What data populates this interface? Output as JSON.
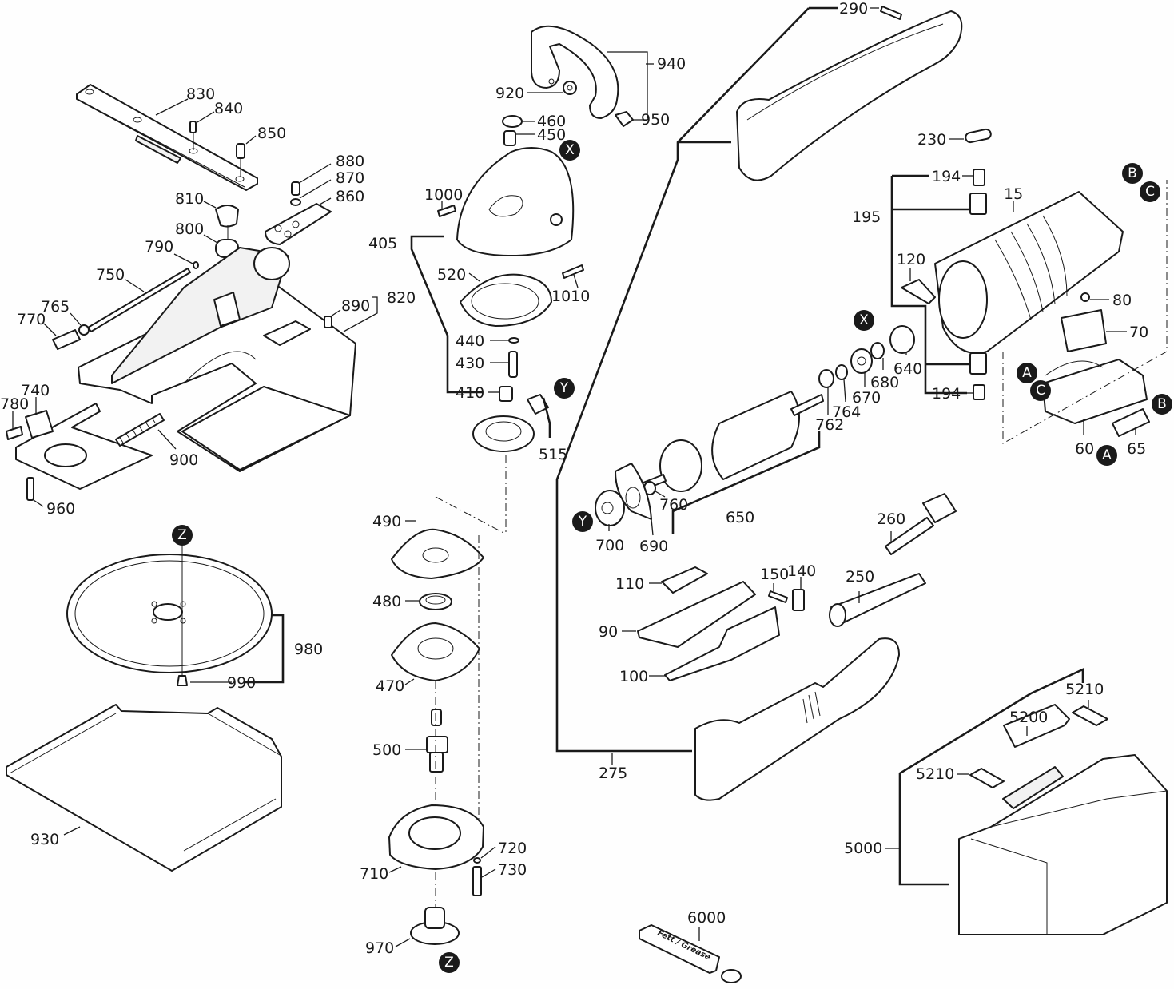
{
  "diagram": {
    "title": "Exploded parts diagram – wet stone cutter / grinder assembly",
    "parts": [
      {
        "id": "p830",
        "label": "830"
      },
      {
        "id": "p840",
        "label": "840"
      },
      {
        "id": "p850",
        "label": "850"
      },
      {
        "id": "p880",
        "label": "880"
      },
      {
        "id": "p870",
        "label": "870"
      },
      {
        "id": "p860",
        "label": "860"
      },
      {
        "id": "p810",
        "label": "810"
      },
      {
        "id": "p800",
        "label": "800"
      },
      {
        "id": "p790",
        "label": "790"
      },
      {
        "id": "p750",
        "label": "750"
      },
      {
        "id": "p765",
        "label": "765"
      },
      {
        "id": "p770",
        "label": "770"
      },
      {
        "id": "p890",
        "label": "890"
      },
      {
        "id": "p820",
        "label": "820"
      },
      {
        "id": "p740",
        "label": "740"
      },
      {
        "id": "p780",
        "label": "780"
      },
      {
        "id": "p900",
        "label": "900"
      },
      {
        "id": "p960",
        "label": "960"
      },
      {
        "id": "p980",
        "label": "980"
      },
      {
        "id": "p990",
        "label": "990"
      },
      {
        "id": "p930",
        "label": "930"
      },
      {
        "id": "p940",
        "label": "940"
      },
      {
        "id": "p920",
        "label": "920"
      },
      {
        "id": "p950",
        "label": "950"
      },
      {
        "id": "p460",
        "label": "460"
      },
      {
        "id": "p450",
        "label": "450"
      },
      {
        "id": "p1000",
        "label": "1000"
      },
      {
        "id": "p405",
        "label": "405"
      },
      {
        "id": "p520",
        "label": "520"
      },
      {
        "id": "p1010",
        "label": "1010"
      },
      {
        "id": "p440",
        "label": "440"
      },
      {
        "id": "p430",
        "label": "430"
      },
      {
        "id": "p410",
        "label": "410"
      },
      {
        "id": "p515",
        "label": "515"
      },
      {
        "id": "p490",
        "label": "490"
      },
      {
        "id": "p480",
        "label": "480"
      },
      {
        "id": "p470",
        "label": "470"
      },
      {
        "id": "p500",
        "label": "500"
      },
      {
        "id": "p710",
        "label": "710"
      },
      {
        "id": "p720",
        "label": "720"
      },
      {
        "id": "p730",
        "label": "730"
      },
      {
        "id": "p970",
        "label": "970"
      },
      {
        "id": "p290",
        "label": "290"
      },
      {
        "id": "p230",
        "label": "230"
      },
      {
        "id": "p194a",
        "label": "194"
      },
      {
        "id": "p15",
        "label": "15"
      },
      {
        "id": "p195",
        "label": "195"
      },
      {
        "id": "p120",
        "label": "120"
      },
      {
        "id": "p80",
        "label": "80"
      },
      {
        "id": "p70",
        "label": "70"
      },
      {
        "id": "p640",
        "label": "640"
      },
      {
        "id": "p680",
        "label": "680"
      },
      {
        "id": "p670",
        "label": "670"
      },
      {
        "id": "p764",
        "label": "764"
      },
      {
        "id": "p762",
        "label": "762"
      },
      {
        "id": "p194b",
        "label": "194"
      },
      {
        "id": "p60",
        "label": "60"
      },
      {
        "id": "p65",
        "label": "65"
      },
      {
        "id": "p650",
        "label": "650"
      },
      {
        "id": "p760",
        "label": "760"
      },
      {
        "id": "p700",
        "label": "700"
      },
      {
        "id": "p690",
        "label": "690"
      },
      {
        "id": "p260",
        "label": "260"
      },
      {
        "id": "p250",
        "label": "250"
      },
      {
        "id": "p150",
        "label": "150"
      },
      {
        "id": "p140",
        "label": "140"
      },
      {
        "id": "p110",
        "label": "110"
      },
      {
        "id": "p90",
        "label": "90"
      },
      {
        "id": "p100",
        "label": "100"
      },
      {
        "id": "p275",
        "label": "275"
      },
      {
        "id": "p5210a",
        "label": "5210"
      },
      {
        "id": "p5200",
        "label": "5200"
      },
      {
        "id": "p5210b",
        "label": "5210"
      },
      {
        "id": "p5000",
        "label": "5000"
      },
      {
        "id": "p6000",
        "label": "6000"
      }
    ],
    "markers": {
      "X": "X",
      "Y": "Y",
      "Z": "Z",
      "A": "A",
      "B": "B",
      "C": "C"
    },
    "grease_tube_text": "Fett / Grease"
  }
}
